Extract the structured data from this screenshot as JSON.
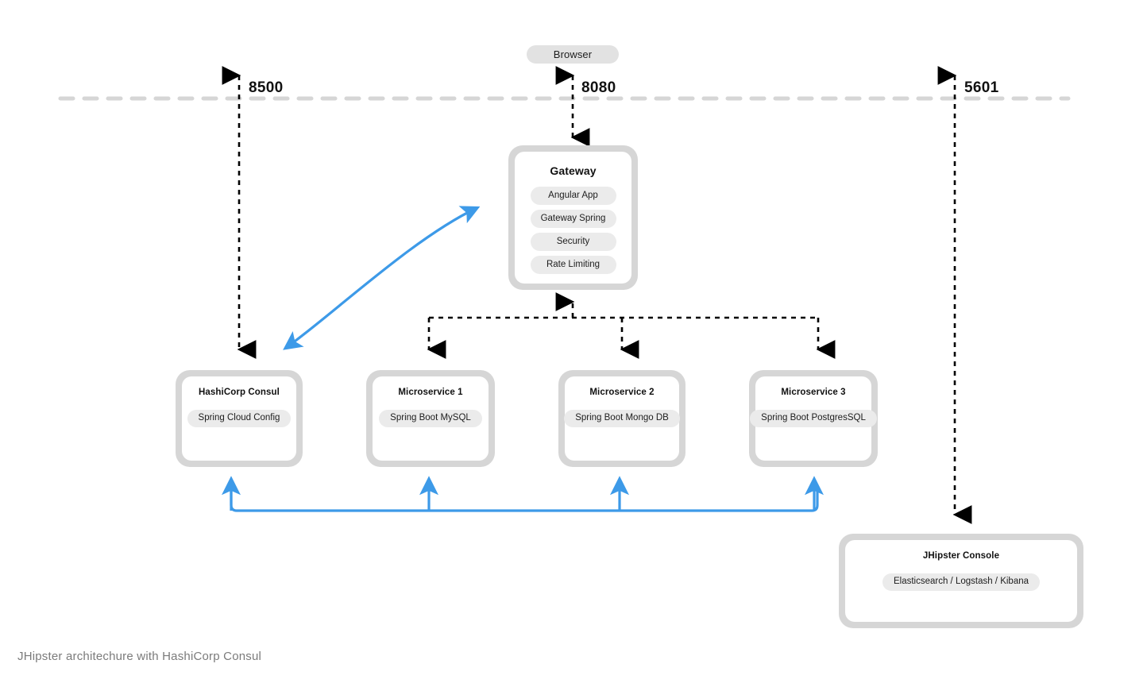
{
  "diagram": {
    "caption": "JHipster architechure with HashiCorp Consul",
    "colors": {
      "blue": "#3d9ae8",
      "node_border": "#d6d6d6",
      "chip": "#ebebeb",
      "pill": "#e2e2e2",
      "divider": "#d6d6d6",
      "dashed_black": "#000000"
    }
  },
  "client": {
    "browser_label": "Browser"
  },
  "ports": {
    "consul": "8500",
    "gateway": "8080",
    "console": "5601"
  },
  "gateway": {
    "title": "Gateway",
    "components": [
      {
        "label": "Angular App"
      },
      {
        "label": "Gateway Spring"
      },
      {
        "label": "Security"
      },
      {
        "label": "Rate Limiting"
      }
    ]
  },
  "services": [
    {
      "title": "HashiCorp Consul",
      "component": "Spring Cloud Config"
    },
    {
      "title": "Microservice 1",
      "component": "Spring Boot MySQL"
    },
    {
      "title": "Microservice 2",
      "component": "Spring Boot Mongo DB"
    },
    {
      "title": "Microservice 3",
      "component": "Spring Boot PostgresSQL"
    }
  ],
  "console": {
    "title": "JHipster Console",
    "component": "Elasticsearch / Logstash / Kibana"
  }
}
